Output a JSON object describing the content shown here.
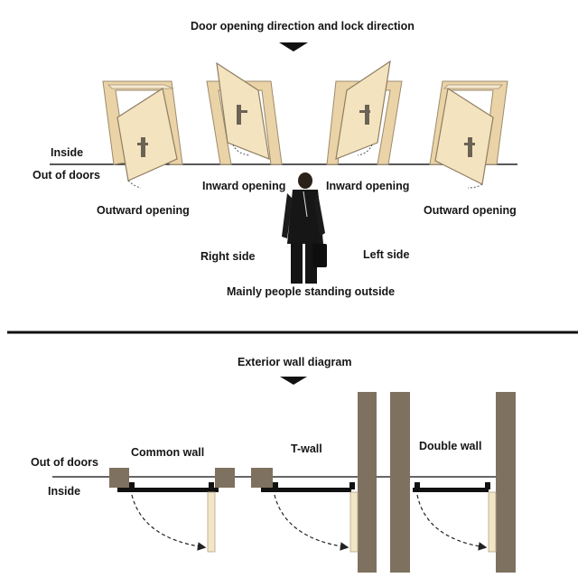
{
  "top": {
    "title": "Door opening direction and lock direction",
    "inside": "Inside",
    "out_of_doors": "Out of doors",
    "door_labels": [
      "Outward opening",
      "Inward opening",
      "Inward opening",
      "Outward opening"
    ],
    "right_side": "Right side",
    "left_side": "Left side",
    "caption": "Mainly people standing outside"
  },
  "bottom": {
    "title": "Exterior wall diagram",
    "out_of_doors": "Out of doors",
    "inside": "Inside",
    "walls": [
      "Common wall",
      "T-wall",
      "Double wall"
    ]
  },
  "colors": {
    "door_fill": "#f4e3bf",
    "door_frame": "#e9d2a4",
    "wall_fill": "#7f7160",
    "divider": "#111111",
    "arrow": "#222222"
  },
  "icons": [
    "down-arrow-icon",
    "person-with-briefcase-icon",
    "dashed-swing-arrow-icon"
  ]
}
